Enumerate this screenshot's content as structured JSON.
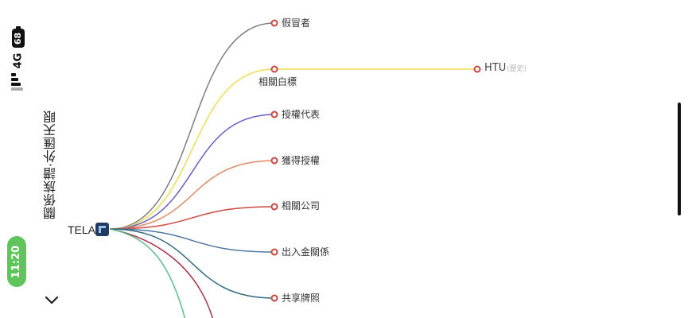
{
  "status": {
    "battery": "68",
    "network": "4G",
    "time": "11:20"
  },
  "page": {
    "title": "關係族譜·外匯天眼"
  },
  "graph": {
    "root": "TELA",
    "branches": [
      {
        "label": "假冒者",
        "color": "#7d7d7d"
      },
      {
        "label": "相關白標",
        "color": "#f2dc4f"
      },
      {
        "label": "授權代表",
        "color": "#6a5ec7"
      },
      {
        "label": "獲得授權",
        "color": "#e08a63"
      },
      {
        "label": "相關公司",
        "color": "#cc4a3e"
      },
      {
        "label": "出入金關係",
        "color": "#4f78a3"
      },
      {
        "label": "共享牌照",
        "color": "#2f6b80"
      },
      {
        "label": "",
        "color": "#a8324a"
      },
      {
        "label": "",
        "color": "#5dbf8a"
      }
    ],
    "child": {
      "label": "HTU",
      "tag": "(歷史)"
    },
    "node_color": "#c9483e"
  }
}
